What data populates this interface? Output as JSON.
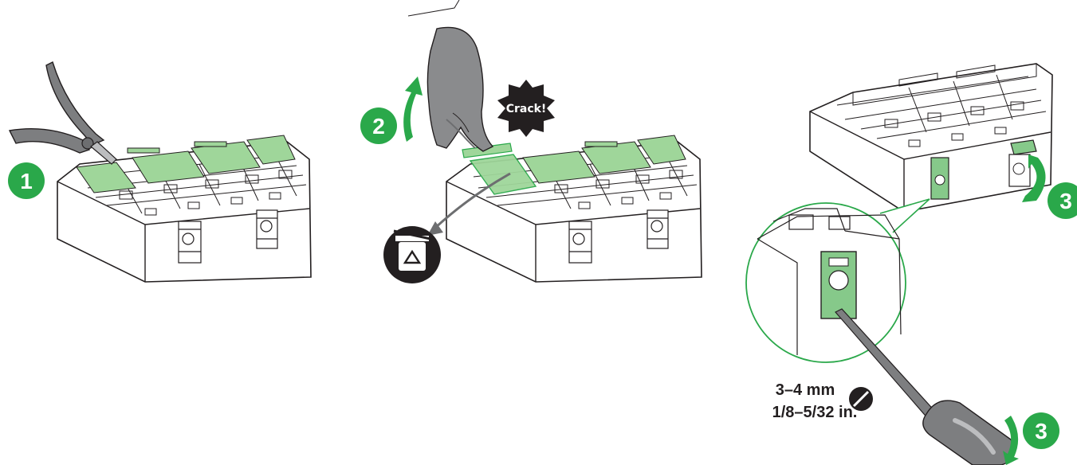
{
  "colors": {
    "accent_green": "#2aa84a",
    "light_green": "#9fd69a",
    "mid_green": "#86c98a",
    "outline": "#231f20",
    "glove": "#8a8b8d",
    "glove_shadow": "#6d6e70",
    "tool": "#7d7e80"
  },
  "steps": {
    "step1": {
      "number": "1",
      "tool_icon": "pliers-icon"
    },
    "step2": {
      "number": "2",
      "burst_text": "Crack!",
      "disposal_icon": "recycle-bin-icon",
      "rotation_icon": "rotate-arrow-icon"
    },
    "step3_top": {
      "number": "3",
      "rotation_icon": "rotate-arrow-icon"
    },
    "step3_bottom": {
      "number": "3",
      "rotation_icon": "rotate-arrow-icon"
    }
  },
  "screwdriver": {
    "size_metric": "3–4 mm",
    "size_imperial": "1/8–5/32 in.",
    "blade_icon": "flat-blade-icon"
  }
}
